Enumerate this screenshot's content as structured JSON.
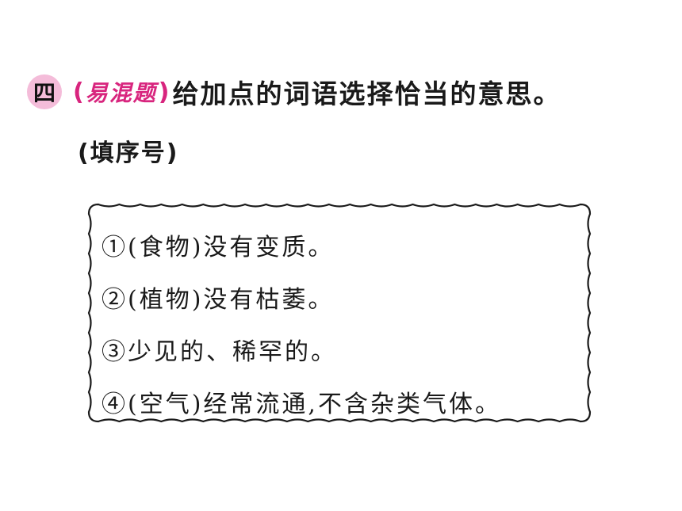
{
  "question": {
    "section_number": "四",
    "tag_open": "(",
    "tag": "易混题",
    "tag_close": ")",
    "instruction": "给加点的词语选择恰当的意思。",
    "note": "(填序号)"
  },
  "options": [
    {
      "text": "①(食物)没有变质。"
    },
    {
      "text": "②(植物)没有枯萎。"
    },
    {
      "text": "③少见的、稀罕的。"
    },
    {
      "text": "④(空气)经常流通,不含杂类气体。"
    }
  ],
  "colors": {
    "accent": "#d8257e",
    "badge_bg": "#f4bcd9",
    "text": "#1a1a1a"
  }
}
